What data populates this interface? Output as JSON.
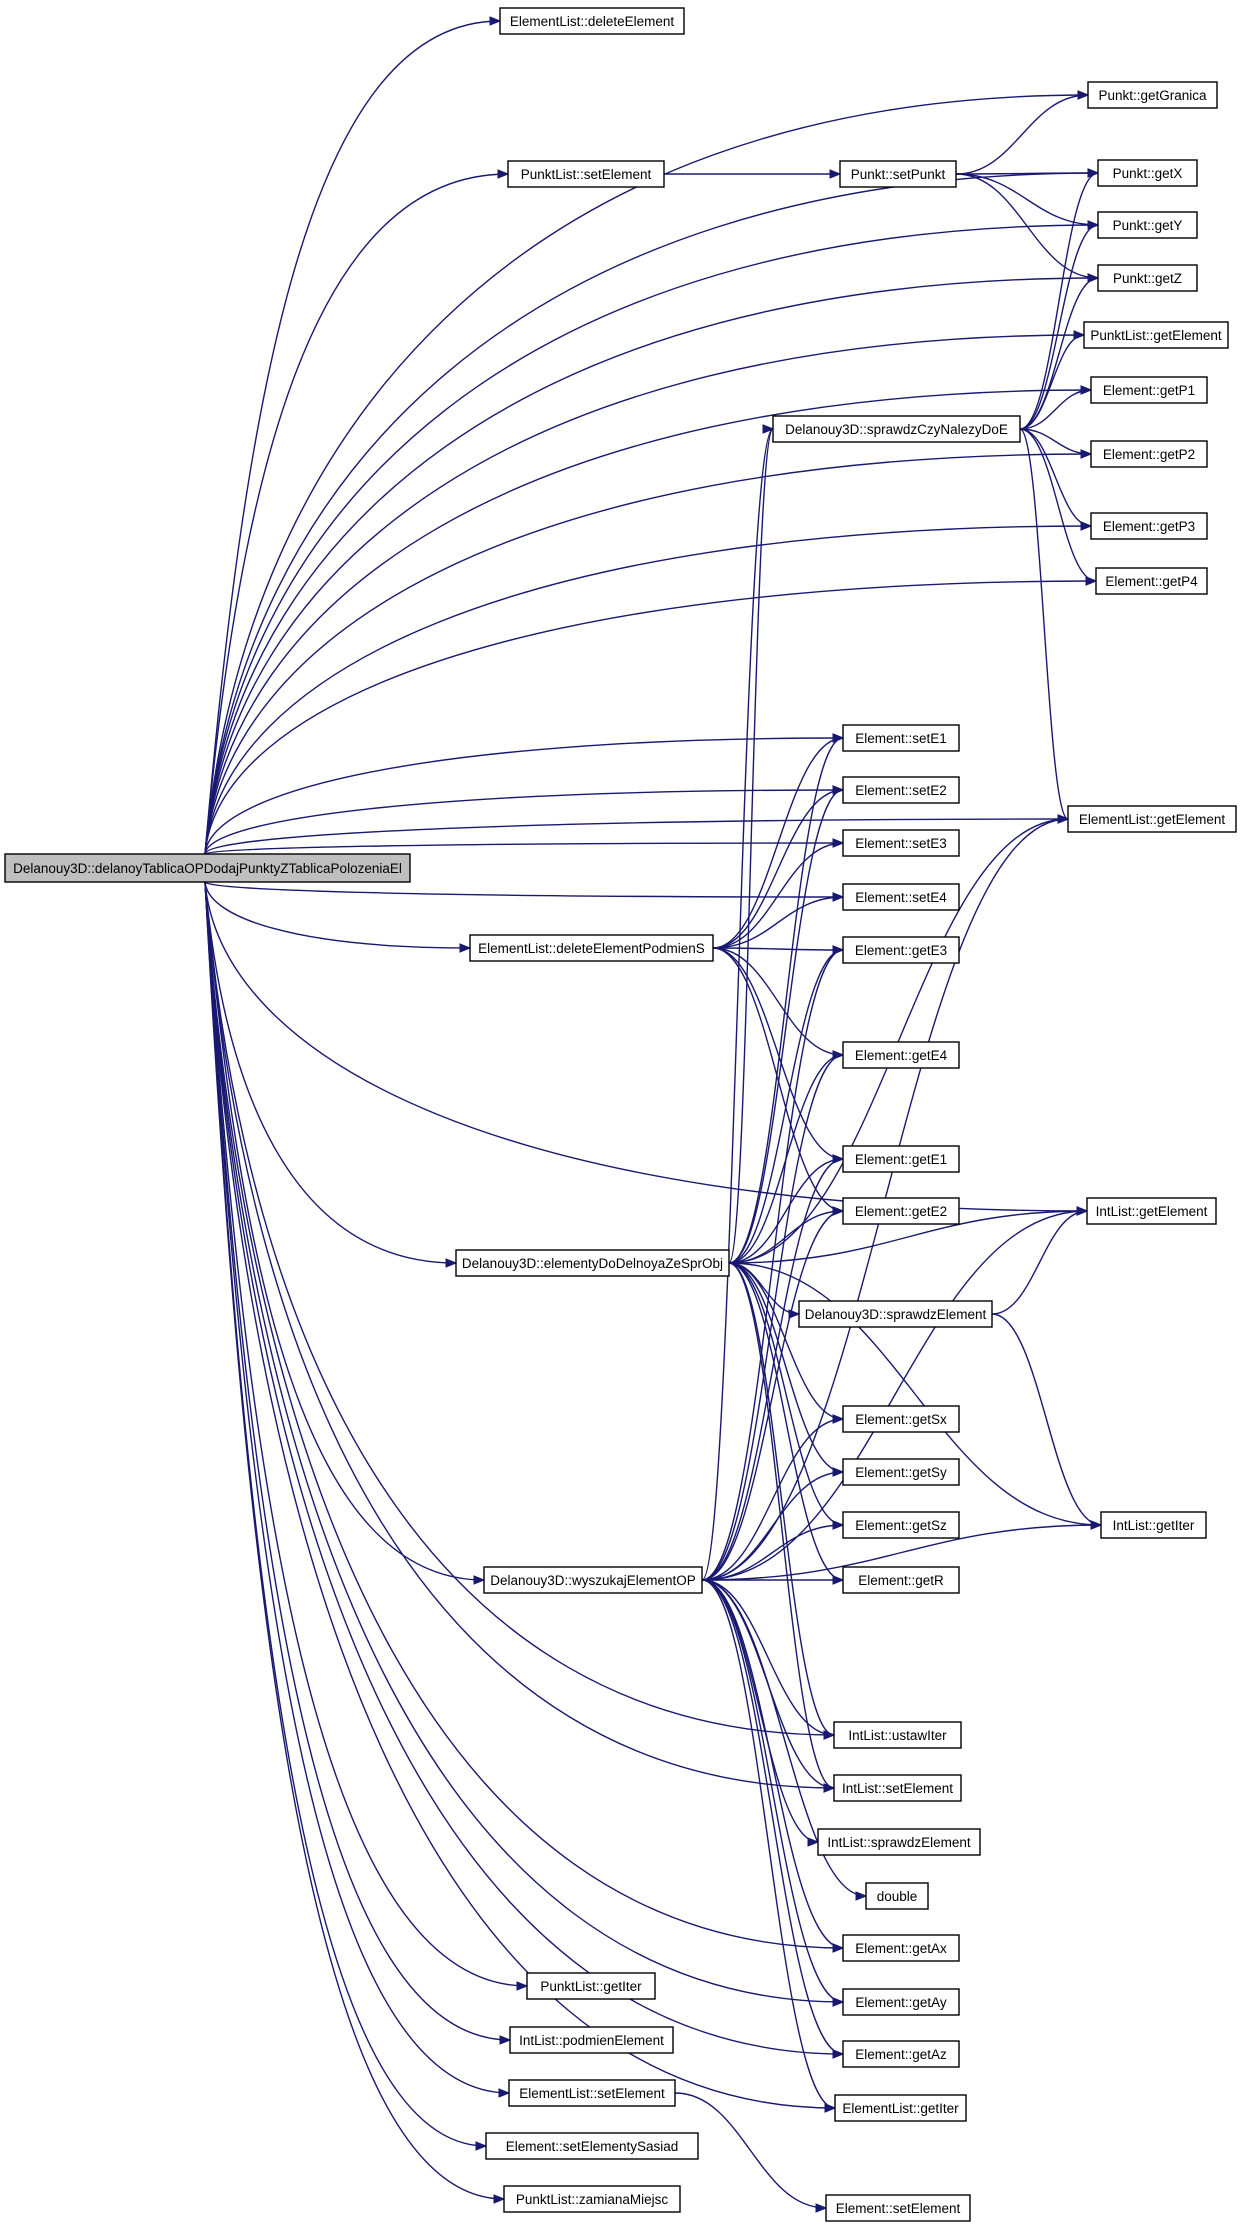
{
  "root": "Delanouy3D::delanoyTablicaOPDodajPunktyZTablicaPolozeniaEl",
  "nodes": [
    {
      "id": "root",
      "label": "Delanouy3D::delanoyTablicaOPDodajPunktyZTablicaPolozeniaEl"
    },
    {
      "id": "el_delete",
      "label": "ElementList::deleteElement"
    },
    {
      "id": "pl_setElement",
      "label": "PunktList::setElement"
    },
    {
      "id": "p_setPunkt",
      "label": "Punkt::setPunkt"
    },
    {
      "id": "p_getGranica",
      "label": "Punkt::getGranica"
    },
    {
      "id": "p_getX",
      "label": "Punkt::getX"
    },
    {
      "id": "p_getY",
      "label": "Punkt::getY"
    },
    {
      "id": "p_getZ",
      "label": "Punkt::getZ"
    },
    {
      "id": "pl_getElement",
      "label": "PunktList::getElement"
    },
    {
      "id": "d_sprawdzCzy",
      "label": "Delanouy3D::sprawdzCzyNalezyDoE"
    },
    {
      "id": "e_getP1",
      "label": "Element::getP1"
    },
    {
      "id": "e_getP2",
      "label": "Element::getP2"
    },
    {
      "id": "e_getP3",
      "label": "Element::getP3"
    },
    {
      "id": "e_getP4",
      "label": "Element::getP4"
    },
    {
      "id": "e_setE1",
      "label": "Element::setE1"
    },
    {
      "id": "e_setE2",
      "label": "Element::setE2"
    },
    {
      "id": "e_setE3",
      "label": "Element::setE3"
    },
    {
      "id": "e_setE4",
      "label": "Element::setE4"
    },
    {
      "id": "el_getElement",
      "label": "ElementList::getElement"
    },
    {
      "id": "el_deletePodmien",
      "label": "ElementList::deleteElementPodmienS"
    },
    {
      "id": "e_getE3",
      "label": "Element::getE3"
    },
    {
      "id": "e_getE4",
      "label": "Element::getE4"
    },
    {
      "id": "e_getE1",
      "label": "Element::getE1"
    },
    {
      "id": "e_getE2",
      "label": "Element::getE2"
    },
    {
      "id": "il_getElement",
      "label": "IntList::getElement"
    },
    {
      "id": "d_elementyDo",
      "label": "Delanouy3D::elementyDoDelnoyaZeSprObj"
    },
    {
      "id": "d_sprawdzElement",
      "label": "Delanouy3D::sprawdzElement"
    },
    {
      "id": "e_getSx",
      "label": "Element::getSx"
    },
    {
      "id": "e_getSy",
      "label": "Element::getSy"
    },
    {
      "id": "e_getSz",
      "label": "Element::getSz"
    },
    {
      "id": "e_getR",
      "label": "Element::getR"
    },
    {
      "id": "il_getIter",
      "label": "IntList::getIter"
    },
    {
      "id": "d_wyszukaj",
      "label": "Delanouy3D::wyszukajElementOP"
    },
    {
      "id": "il_ustawIter",
      "label": "IntList::ustawIter"
    },
    {
      "id": "il_setElement",
      "label": "IntList::setElement"
    },
    {
      "id": "il_sprawdz",
      "label": "IntList::sprawdzElement"
    },
    {
      "id": "double",
      "label": "double"
    },
    {
      "id": "e_getAx",
      "label": "Element::getAx"
    },
    {
      "id": "e_getAy",
      "label": "Element::getAy"
    },
    {
      "id": "e_getAz",
      "label": "Element::getAz"
    },
    {
      "id": "pl_getIter",
      "label": "PunktList::getIter"
    },
    {
      "id": "el_getIter",
      "label": "ElementList::getIter"
    },
    {
      "id": "il_podmien",
      "label": "IntList::podmienElement"
    },
    {
      "id": "el_setElement",
      "label": "ElementList::setElement"
    },
    {
      "id": "e_setElementySasiad",
      "label": "Element::setElementySasiad"
    },
    {
      "id": "e_setElement",
      "label": "Element::setElement"
    },
    {
      "id": "pl_zamiana",
      "label": "PunktList::zamianaMiejsc"
    }
  ],
  "edges": [
    [
      "root",
      "el_delete"
    ],
    [
      "root",
      "p_getGranica"
    ],
    [
      "root",
      "pl_setElement"
    ],
    [
      "root",
      "p_getX"
    ],
    [
      "root",
      "p_getY"
    ],
    [
      "root",
      "p_getZ"
    ],
    [
      "root",
      "pl_getElement"
    ],
    [
      "root",
      "e_getP1"
    ],
    [
      "root",
      "e_getP2"
    ],
    [
      "root",
      "e_getP3"
    ],
    [
      "root",
      "e_getP4"
    ],
    [
      "root",
      "el_getElement"
    ],
    [
      "root",
      "il_getElement"
    ],
    [
      "root",
      "e_setE1"
    ],
    [
      "root",
      "e_setE2"
    ],
    [
      "root",
      "e_setE3"
    ],
    [
      "root",
      "e_setE4"
    ],
    [
      "root",
      "el_deletePodmien"
    ],
    [
      "root",
      "d_elementyDo"
    ],
    [
      "root",
      "d_wyszukaj"
    ],
    [
      "root",
      "il_ustawIter"
    ],
    [
      "root",
      "il_setElement"
    ],
    [
      "root",
      "e_getAx"
    ],
    [
      "root",
      "e_getAy"
    ],
    [
      "root",
      "e_getAz"
    ],
    [
      "root",
      "el_getIter"
    ],
    [
      "root",
      "pl_getIter"
    ],
    [
      "root",
      "il_podmien"
    ],
    [
      "root",
      "el_setElement"
    ],
    [
      "root",
      "e_setElementySasiad"
    ],
    [
      "root",
      "pl_zamiana"
    ],
    [
      "pl_setElement",
      "p_setPunkt"
    ],
    [
      "p_setPunkt",
      "p_getGranica"
    ],
    [
      "p_setPunkt",
      "p_getX"
    ],
    [
      "p_setPunkt",
      "p_getY"
    ],
    [
      "p_setPunkt",
      "p_getZ"
    ],
    [
      "d_sprawdzCzy",
      "p_getX"
    ],
    [
      "d_sprawdzCzy",
      "p_getY"
    ],
    [
      "d_sprawdzCzy",
      "p_getZ"
    ],
    [
      "d_sprawdzCzy",
      "pl_getElement"
    ],
    [
      "d_sprawdzCzy",
      "e_getP1"
    ],
    [
      "d_sprawdzCzy",
      "e_getP2"
    ],
    [
      "d_sprawdzCzy",
      "e_getP3"
    ],
    [
      "d_sprawdzCzy",
      "e_getP4"
    ],
    [
      "d_sprawdzCzy",
      "el_getElement"
    ],
    [
      "el_deletePodmien",
      "e_setE1"
    ],
    [
      "el_deletePodmien",
      "e_setE2"
    ],
    [
      "el_deletePodmien",
      "e_setE3"
    ],
    [
      "el_deletePodmien",
      "e_setE4"
    ],
    [
      "el_deletePodmien",
      "e_getE3"
    ],
    [
      "el_deletePodmien",
      "e_getE4"
    ],
    [
      "el_deletePodmien",
      "e_getE1"
    ],
    [
      "el_deletePodmien",
      "e_getE2"
    ],
    [
      "d_elementyDo",
      "d_sprawdzCzy"
    ],
    [
      "d_elementyDo",
      "e_setE1"
    ],
    [
      "d_elementyDo",
      "e_setE2"
    ],
    [
      "d_elementyDo",
      "e_getE3"
    ],
    [
      "d_elementyDo",
      "e_getE4"
    ],
    [
      "d_elementyDo",
      "e_getE1"
    ],
    [
      "d_elementyDo",
      "e_getE2"
    ],
    [
      "d_elementyDo",
      "el_getElement"
    ],
    [
      "d_elementyDo",
      "il_getElement"
    ],
    [
      "d_elementyDo",
      "d_sprawdzElement"
    ],
    [
      "d_elementyDo",
      "e_getSx"
    ],
    [
      "d_elementyDo",
      "e_getSy"
    ],
    [
      "d_elementyDo",
      "e_getSz"
    ],
    [
      "d_elementyDo",
      "e_getR"
    ],
    [
      "d_elementyDo",
      "il_getIter"
    ],
    [
      "d_elementyDo",
      "il_ustawIter"
    ],
    [
      "d_elementyDo",
      "il_setElement"
    ],
    [
      "d_sprawdzElement",
      "il_getElement"
    ],
    [
      "d_sprawdzElement",
      "il_getIter"
    ],
    [
      "d_wyszukaj",
      "d_sprawdzCzy"
    ],
    [
      "d_wyszukaj",
      "e_getE3"
    ],
    [
      "d_wyszukaj",
      "e_getE4"
    ],
    [
      "d_wyszukaj",
      "e_getE1"
    ],
    [
      "d_wyszukaj",
      "e_getE2"
    ],
    [
      "d_wyszukaj",
      "e_getSx"
    ],
    [
      "d_wyszukaj",
      "e_getSy"
    ],
    [
      "d_wyszukaj",
      "e_getSz"
    ],
    [
      "d_wyszukaj",
      "e_getR"
    ],
    [
      "d_wyszukaj",
      "el_getElement"
    ],
    [
      "d_wyszukaj",
      "il_getIter"
    ],
    [
      "d_wyszukaj",
      "il_ustawIter"
    ],
    [
      "d_wyszukaj",
      "il_setElement"
    ],
    [
      "d_wyszukaj",
      "il_sprawdz"
    ],
    [
      "d_wyszukaj",
      "double"
    ],
    [
      "d_wyszukaj",
      "e_getAx"
    ],
    [
      "d_wyszukaj",
      "e_getAy"
    ],
    [
      "d_wyszukaj",
      "e_getAz"
    ],
    [
      "d_wyszukaj",
      "el_getIter"
    ],
    [
      "d_wyszukaj",
      "il_getElement"
    ],
    [
      "el_setElement",
      "e_setElement"
    ]
  ]
}
